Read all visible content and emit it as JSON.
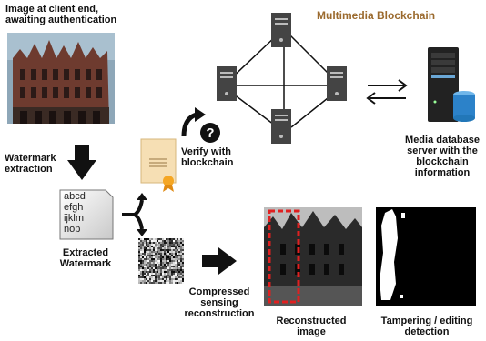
{
  "labels": {
    "client_image": "Image at client end,\nawaiting authentication",
    "blockchain_title": "Multimedia Blockchain",
    "watermark_extraction": "Watermark\nextraction",
    "verify": "Verify with\nblockchain",
    "media_server": "Media database\nserver with the\nblockchain\ninformation",
    "extracted_watermark": "Extracted\nWatermark",
    "compressed_sensing": "Compressed\nsensing\nreconstruction",
    "reconstructed_image": "Reconstructed\nimage",
    "tampering_detection": "Tampering / editing\ndetection"
  },
  "watermark_text": [
    "abcd",
    "efgh",
    "ijklm",
    "nop"
  ],
  "icons": [
    "building-photo",
    "server-icon",
    "sync-arrows-icon",
    "database-server-icon",
    "down-arrow-icon",
    "certificate-icon",
    "curved-arrow-icon",
    "question-icon",
    "document-icon",
    "split-arrow-icon",
    "noise-pattern",
    "right-arrow-icon",
    "reconstructed-photo",
    "tamper-mask"
  ],
  "colors": {
    "title": "#9b6a2e",
    "highlight": "#e02020",
    "server": "#444444"
  }
}
